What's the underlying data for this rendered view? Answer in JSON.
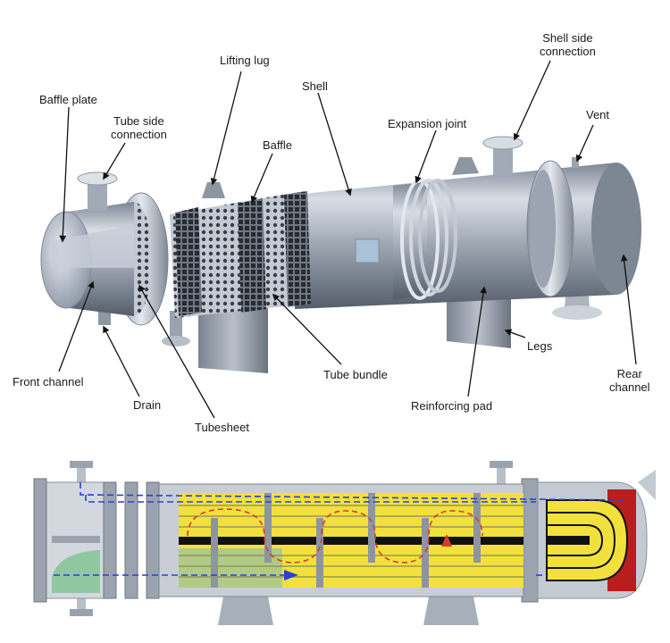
{
  "labels": {
    "baffle_plate": "Baffle plate",
    "tube_side_connection": [
      "Tube side",
      "connection"
    ],
    "lifting_lug": "Lifting lug",
    "baffle": "Baffle",
    "shell": "Shell",
    "expansion_joint": "Expansion joint",
    "shell_side_connection": [
      "Shell side",
      "connection"
    ],
    "vent": "Vent",
    "front_channel": "Front channel",
    "drain": "Drain",
    "tubesheet": "Tubesheet",
    "tube_bundle": "Tube bundle",
    "reinforcing_pad": "Reinforcing pad",
    "legs": "Legs",
    "rear_channel": [
      "Rear",
      "channel"
    ]
  },
  "colors": {
    "shell_metal": "#9aa3b0",
    "tube_fluid": "#f2e13c",
    "cold_flow": "#2a3fd8",
    "hot_flow": "#d83a2a",
    "rear_wall": "#b81e1e",
    "inlet_zone": "#8fc7a0"
  },
  "icons": {
    "flow_arrow": "arrow-right-icon",
    "hot_arrow": "arrow-up-icon"
  }
}
